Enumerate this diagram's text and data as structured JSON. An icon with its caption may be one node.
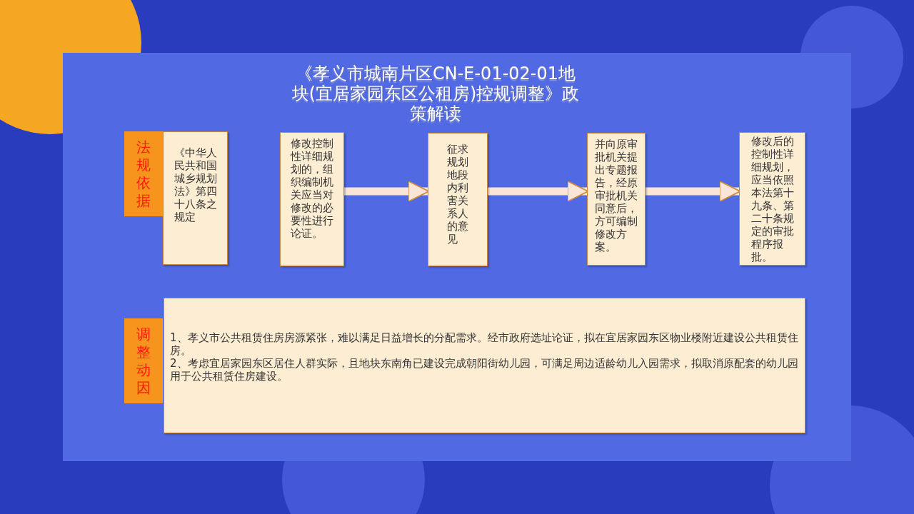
{
  "diagram": {
    "title": "《孝义市城南片区CN-E-01-02-01地块(宜居家园东区公租房)控规调整》政策解读",
    "nodes": [
      {
        "text": [
          "法规依据"
        ]
      },
      {
        "text": [
          "《中华人民共和国城乡规划法》第四十八条之规定"
        ]
      },
      {
        "text": [
          "修改控制性详细规划的，组织编制机关应当对修改的必要性进行论证。"
        ]
      },
      {
        "text": [
          "征求规划地段内利害关系人的意见"
        ]
      },
      {
        "text": [
          "并向原审批机关提出专题报告，经原审批机关同意后，方可编制修改方案。"
        ]
      },
      {
        "text": [
          "修改后的控制性详细规划，应当依照本法第十九条、第二十条规定的审批程序报批。"
        ]
      },
      {
        "text": [
          "调整动因"
        ]
      },
      {
        "text": [
          "1、孝义市公共租赁住房房源紧张，难以满足日益增长的分配需求。经市政府选址论证，拟在宜居家园东区物业楼附近建设公共租赁住房。",
          "2、考虑宜居家园东区居住人群实际，且地块东南角已建设完成朝阳街幼儿园，可满足周边适龄幼儿入园需求，拟取消原配套的幼儿园用于公共租赁住房建设。"
        ]
      }
    ],
    "edges": [
      {
        "from": 2,
        "to": 3,
        "arrow": "to"
      },
      {
        "from": 3,
        "to": 4,
        "arrow": "to"
      },
      {
        "from": 4,
        "to": 5,
        "arrow": "to"
      }
    ]
  }
}
